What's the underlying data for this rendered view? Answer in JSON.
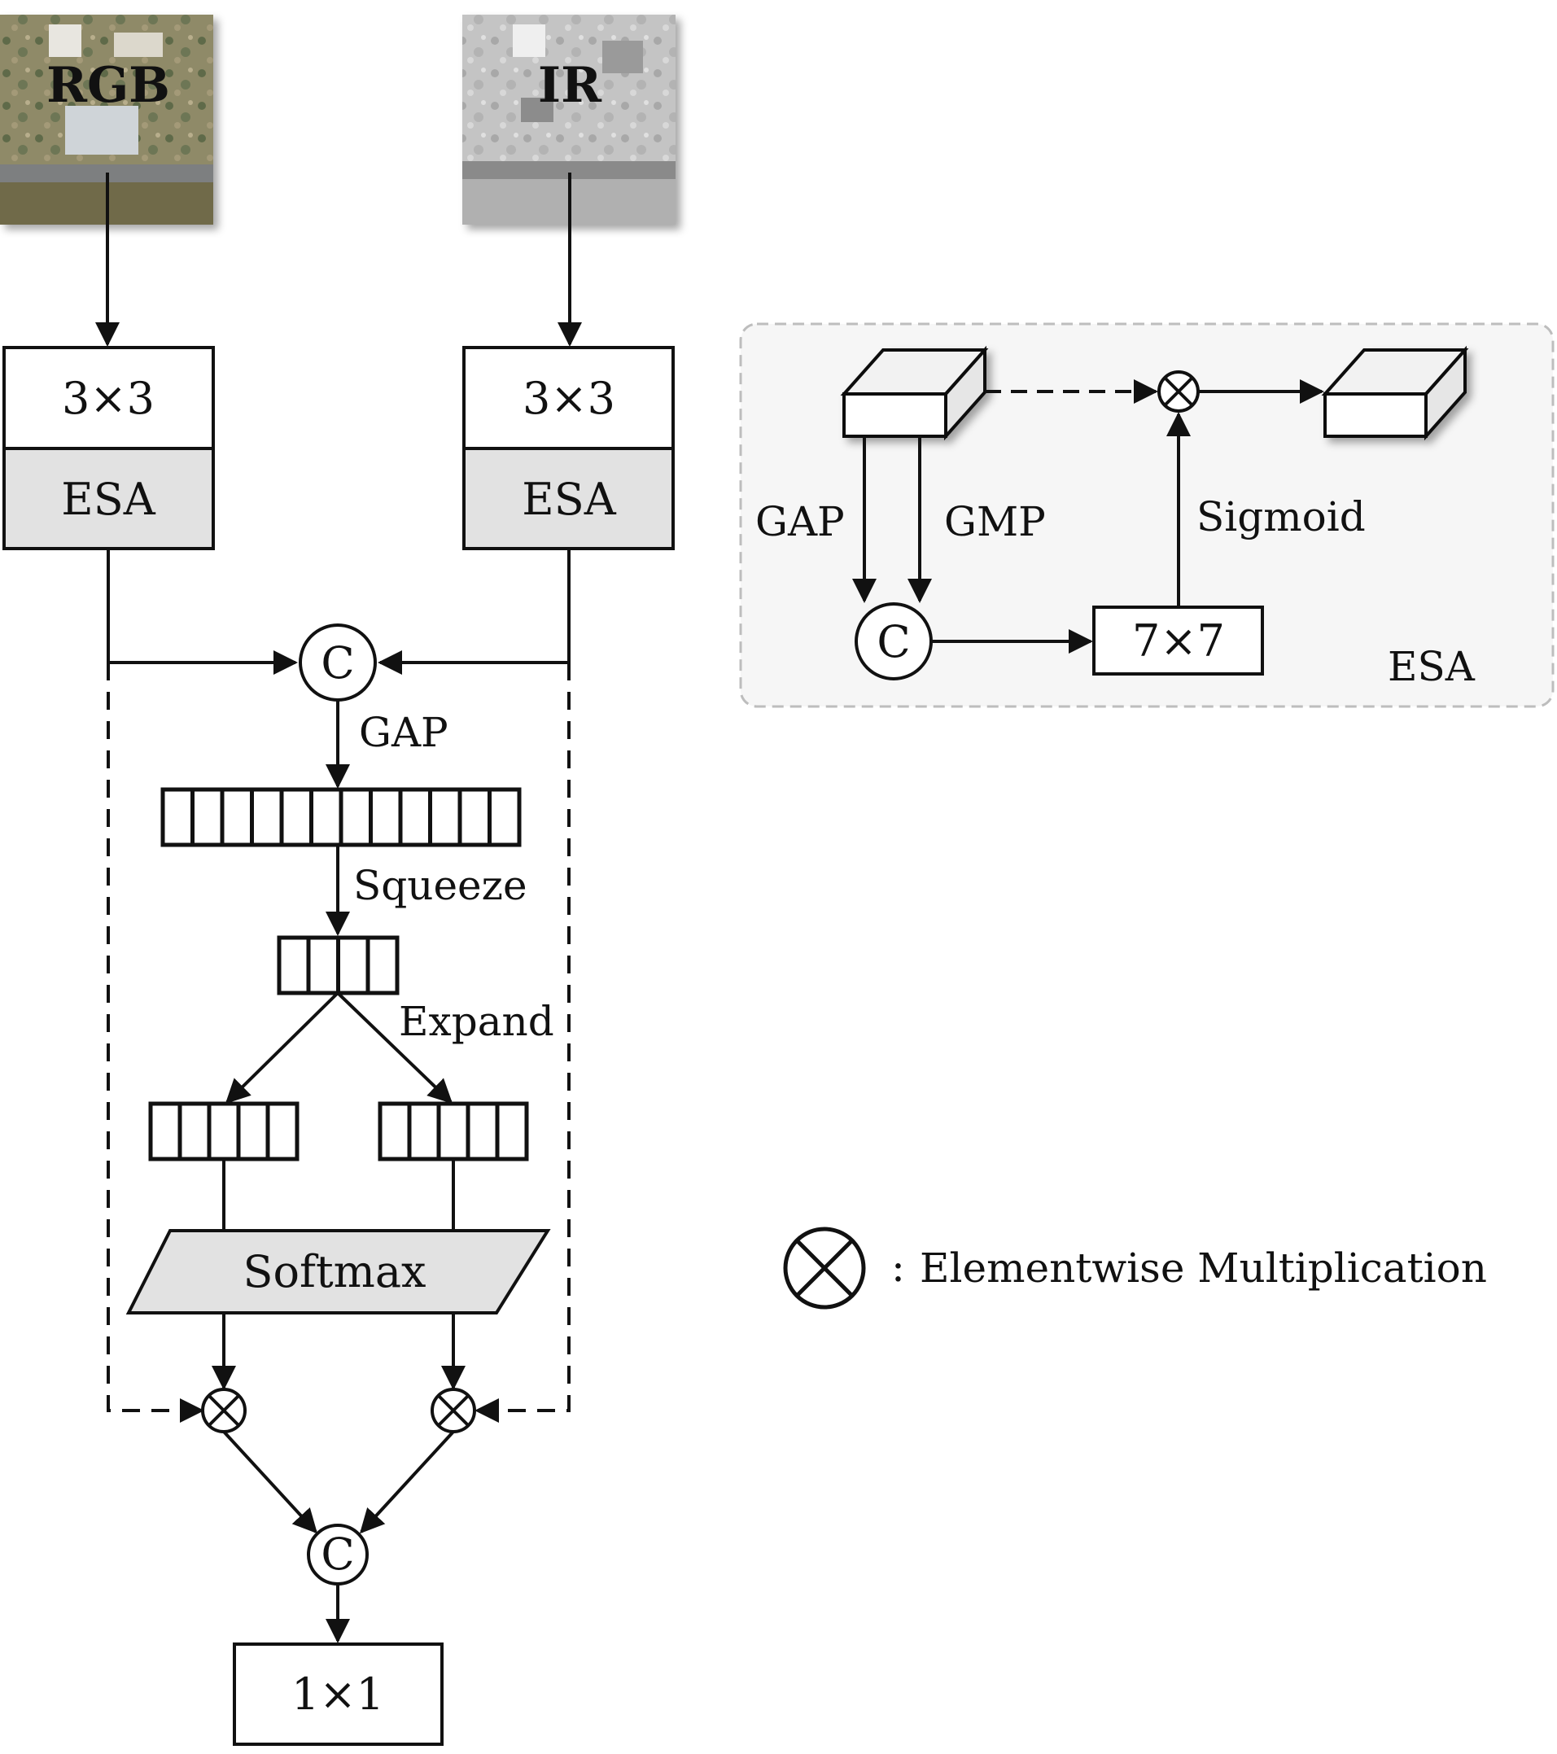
{
  "inputs": {
    "rgb_label": "RGB",
    "ir_label": "IR"
  },
  "left_branch": {
    "conv_label": "3×3",
    "esa_label": "ESA"
  },
  "right_branch": {
    "conv_label": "3×3",
    "esa_label": "ESA"
  },
  "fusion": {
    "concat_top": "C",
    "gap_label": "GAP",
    "squeeze_label": "Squeeze",
    "expand_label": "Expand",
    "softmax_label": "Softmax",
    "concat_bottom": "C",
    "output_conv_label": "1×1"
  },
  "esa_detail": {
    "gap_label": "GAP",
    "gmp_label": "GMP",
    "sigmoid_label": "Sigmoid",
    "concat_label": "C",
    "conv_label": "7×7",
    "panel_label": "ESA"
  },
  "legend": {
    "separator": ":",
    "text": "Elementwise Multiplication"
  },
  "colors": {
    "line": "#111111",
    "box_gray": "#e2e2e2",
    "panel_bg": "#f6f6f6",
    "panel_border": "#bdbdbd"
  }
}
